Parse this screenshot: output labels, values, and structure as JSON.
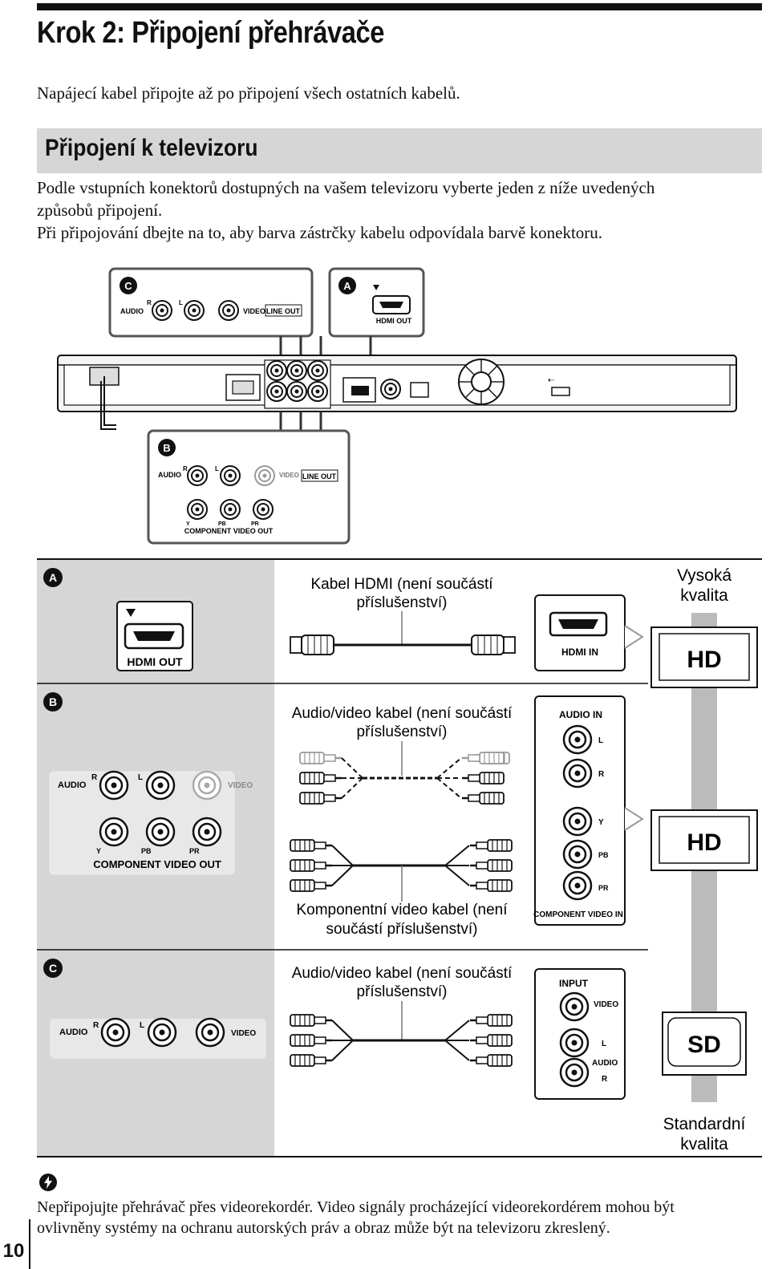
{
  "page": {
    "title": "Krok 2: Připojení přehrávače",
    "intro": "Napájecí kabel připojte až po připojení všech ostatních kabelů.",
    "section_title": "Připojení k televizoru",
    "section_text_1": "Podle vstupních konektorů dostupných na vašem televizoru vyberte jeden z níže uvedených",
    "section_text_2": "způsobů připojení.",
    "section_text_3": "Při připojování dbejte na to, aby barva zástrčky kabelu odpovídala barvě konektoru.",
    "page_number": "10"
  },
  "player_labels": {
    "marker_a": "A",
    "marker_b": "B",
    "marker_c": "C",
    "audio": "AUDIO",
    "r": "R",
    "l": "L",
    "video": "VIDEO",
    "line_out": "LINE OUT",
    "hdmi_out": "HDMI OUT",
    "y": "Y",
    "pb": "PB",
    "pr": "PR",
    "component_video_out": "COMPONENT VIDEO OUT"
  },
  "table": {
    "row_a": {
      "marker": "A",
      "cable_1": "Kabel HDMI (není součástí",
      "cable_2": "příslušenství)",
      "player_port": "HDMI OUT",
      "tv_port": "HDMI IN",
      "quality_1": "Vysoká",
      "quality_2": "kvalita",
      "tv_label": "HD"
    },
    "row_b": {
      "marker": "B",
      "cable_av_1": "Audio/video kabel (není součástí",
      "cable_av_2": "příslušenství)",
      "cable_comp_1": "Komponentní video kabel (není",
      "cable_comp_2": "součástí příslušenství)",
      "audio_in": "AUDIO IN",
      "l": "L",
      "r": "R",
      "y": "Y",
      "pb": "PB",
      "pr": "PR",
      "component_video_in": "COMPONENT VIDEO IN",
      "audio": "AUDIO",
      "video": "VIDEO",
      "component_video_out": "COMPONENT VIDEO OUT",
      "tv_label": "HD"
    },
    "row_c": {
      "marker": "C",
      "cable_av_1": "Audio/video kabel (není součástí",
      "cable_av_2": "příslušenství)",
      "input": "INPUT",
      "video": "VIDEO",
      "l": "L",
      "audio": "AUDIO",
      "r": "R",
      "audio_out": "AUDIO",
      "video_out": "VIDEO",
      "quality_1": "Standardní",
      "quality_2": "kvalita",
      "tv_label": "SD"
    }
  },
  "note": {
    "icon": "hint-icon",
    "line_1": "Nepřipojujte přehrávač přes videorekordér. Video signály procházející videorekordérem mohou být",
    "line_2": "ovlivněny systémy na ochranu autorských práv a obraz může být na televizoru zkreslený."
  }
}
